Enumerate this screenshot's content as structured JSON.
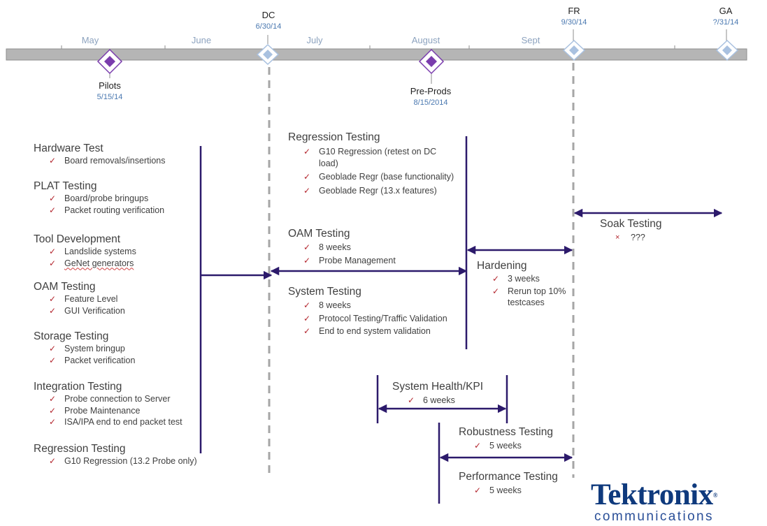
{
  "months": [
    "May",
    "June",
    "July",
    "August",
    "Sept"
  ],
  "milestones_top": [
    {
      "title": "DC",
      "date": "6/30/14"
    },
    {
      "title": "FR",
      "date": "9/30/14"
    },
    {
      "title": "GA",
      "date": "?/31/14"
    }
  ],
  "milestones_bottom": [
    {
      "title": "Pilots",
      "date": "5/15/14"
    },
    {
      "title": "Pre-Prods",
      "date": "8/15/2014"
    }
  ],
  "left_sections": [
    {
      "title": "Hardware Test",
      "items": [
        "Board removals/insertions"
      ]
    },
    {
      "title": "PLAT Testing",
      "items": [
        "Board/probe bringups",
        "Packet routing verification"
      ]
    },
    {
      "title": "Tool Development",
      "items": [
        "Landslide systems",
        "GeNet generators"
      ]
    },
    {
      "title": "OAM Testing",
      "items": [
        "Feature Level",
        "GUI Verification"
      ]
    },
    {
      "title": "Storage Testing",
      "items": [
        "System bringup",
        "Packet verification"
      ]
    },
    {
      "title": "Integration  Testing",
      "items": [
        "Probe connection to Server",
        "Probe Maintenance",
        "ISA/IPA end to end packet test"
      ]
    },
    {
      "title": "Regression Testing",
      "items": [
        "G10 Regression (13.2 Probe only)"
      ]
    }
  ],
  "mid_sections": [
    {
      "title": "Regression Testing",
      "items": [
        "G10 Regression (retest on DC load)",
        "Geoblade Regr (base functionality)",
        "Geoblade Regr (13.x features)"
      ]
    },
    {
      "title": "OAM Testing",
      "items": [
        "8 weeks",
        "Probe Management"
      ]
    },
    {
      "title": "System Testing",
      "items": [
        "8 weeks",
        "Protocol Testing/Traffic Validation",
        "End to end system validation"
      ]
    }
  ],
  "hardening": {
    "title": "Hardening",
    "items": [
      "3 weeks",
      "Rerun top 10% testcases"
    ]
  },
  "soak": {
    "title": "Soak Testing",
    "items": [
      "???"
    ]
  },
  "health": {
    "title": "System Health/KPI",
    "items": [
      "6 weeks"
    ]
  },
  "robustness": {
    "title": "Robustness Testing",
    "items": [
      "5 weeks"
    ]
  },
  "performance": {
    "title": "Performance Testing",
    "items": [
      "5 weeks"
    ]
  },
  "check_glyph": "✓",
  "cross_glyph": "×",
  "logo": {
    "name": "Tektronix",
    "reg": "®",
    "sub": "communications"
  },
  "colors": {
    "timeline_bar": "#b5b5b5",
    "arrow": "#2c1a6b",
    "milestone_purple": "#7a3cad",
    "milestone_blue": "#a9c1e0",
    "check": "#b3262e",
    "logo": "#0f3a7d"
  }
}
